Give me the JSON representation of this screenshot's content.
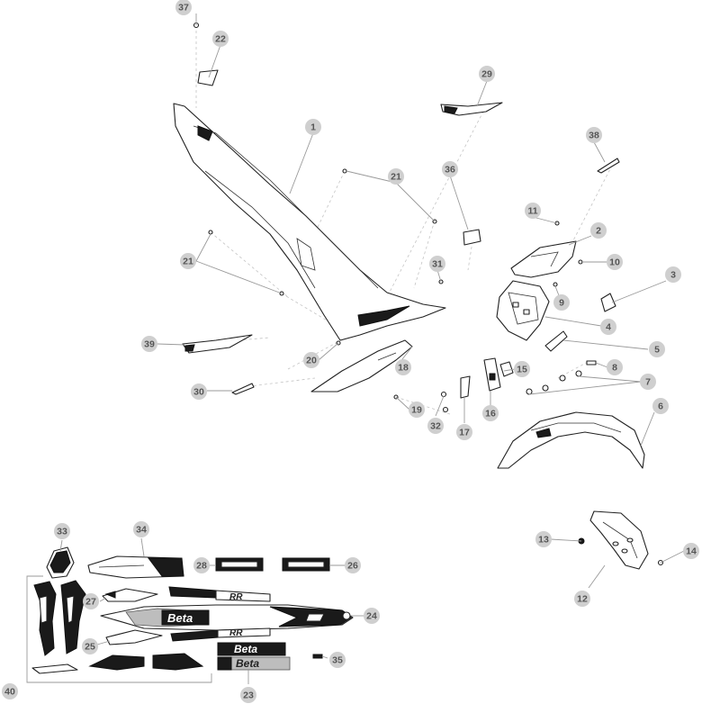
{
  "diagram": {
    "type": "exploded-parts-view",
    "callouts": [
      "37",
      "22",
      "29",
      "1",
      "38",
      "21",
      "36",
      "11",
      "2",
      "10",
      "31",
      "3",
      "21",
      "9",
      "39",
      "4",
      "20",
      "5",
      "18",
      "8",
      "15",
      "30",
      "19",
      "7",
      "16",
      "32",
      "17",
      "6",
      "33",
      "34",
      "13",
      "14",
      "28",
      "26",
      "12",
      "27",
      "24",
      "25",
      "35",
      "40",
      "23"
    ],
    "decal_text": {
      "beta_main": "Beta",
      "beta_small_1": "Beta",
      "beta_small_2": "Beta",
      "model_1": "RR",
      "model_2": "RR"
    }
  }
}
